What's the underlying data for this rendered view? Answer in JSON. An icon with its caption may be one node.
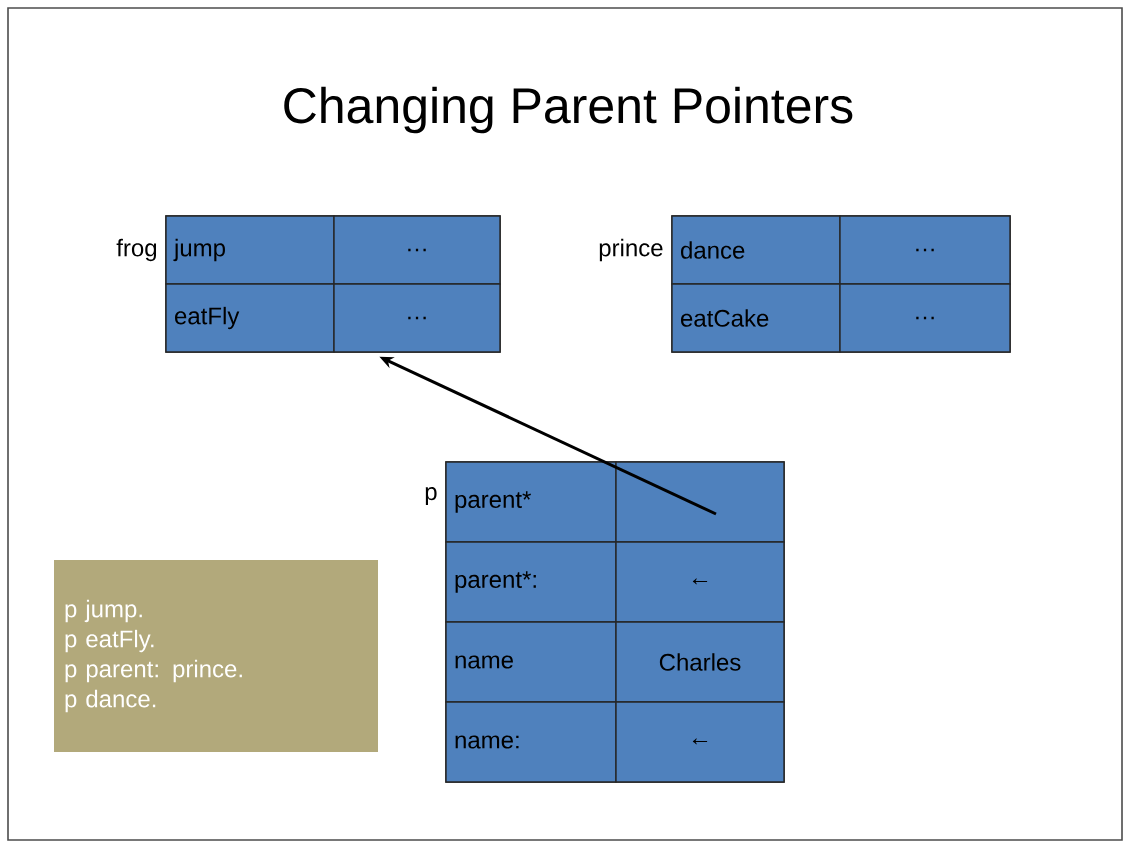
{
  "diagram": {
    "title": "Changing Parent Pointers",
    "nodes": [
      {
        "text": [
          "frog"
        ]
      },
      {
        "text": [
          "jump"
        ],
        "in": 0
      },
      {
        "text": [
          "…"
        ],
        "in": 0
      },
      {
        "text": [
          "eatFly"
        ],
        "in": 0
      },
      {
        "text": [
          "…"
        ],
        "in": 0
      },
      {
        "text": [
          "prince"
        ]
      },
      {
        "text": [
          "dance"
        ],
        "in": 5
      },
      {
        "text": [
          "…"
        ],
        "in": 5
      },
      {
        "text": [
          "eatCake"
        ],
        "in": 5
      },
      {
        "text": [
          "…"
        ],
        "in": 5
      },
      {
        "text": [
          "p"
        ]
      },
      {
        "text": [
          "parent*"
        ],
        "in": 10
      },
      {
        "text": [],
        "shape": "box",
        "in": 10
      },
      {
        "text": [
          "parent*:"
        ],
        "in": 10
      },
      {
        "text": [
          "←"
        ],
        "in": 10
      },
      {
        "text": [
          "name"
        ],
        "in": 10
      },
      {
        "text": [
          "Charles"
        ],
        "in": 10
      },
      {
        "text": [
          "name:"
        ],
        "in": 10
      },
      {
        "text": [
          "←"
        ],
        "in": 10
      },
      {
        "text": [
          "p jump.",
          "p eatFly.",
          "p parent: prince.",
          "p dance."
        ]
      }
    ],
    "edges": [
      {
        "from": 12,
        "to": 4,
        "arrow": "to"
      }
    ]
  }
}
